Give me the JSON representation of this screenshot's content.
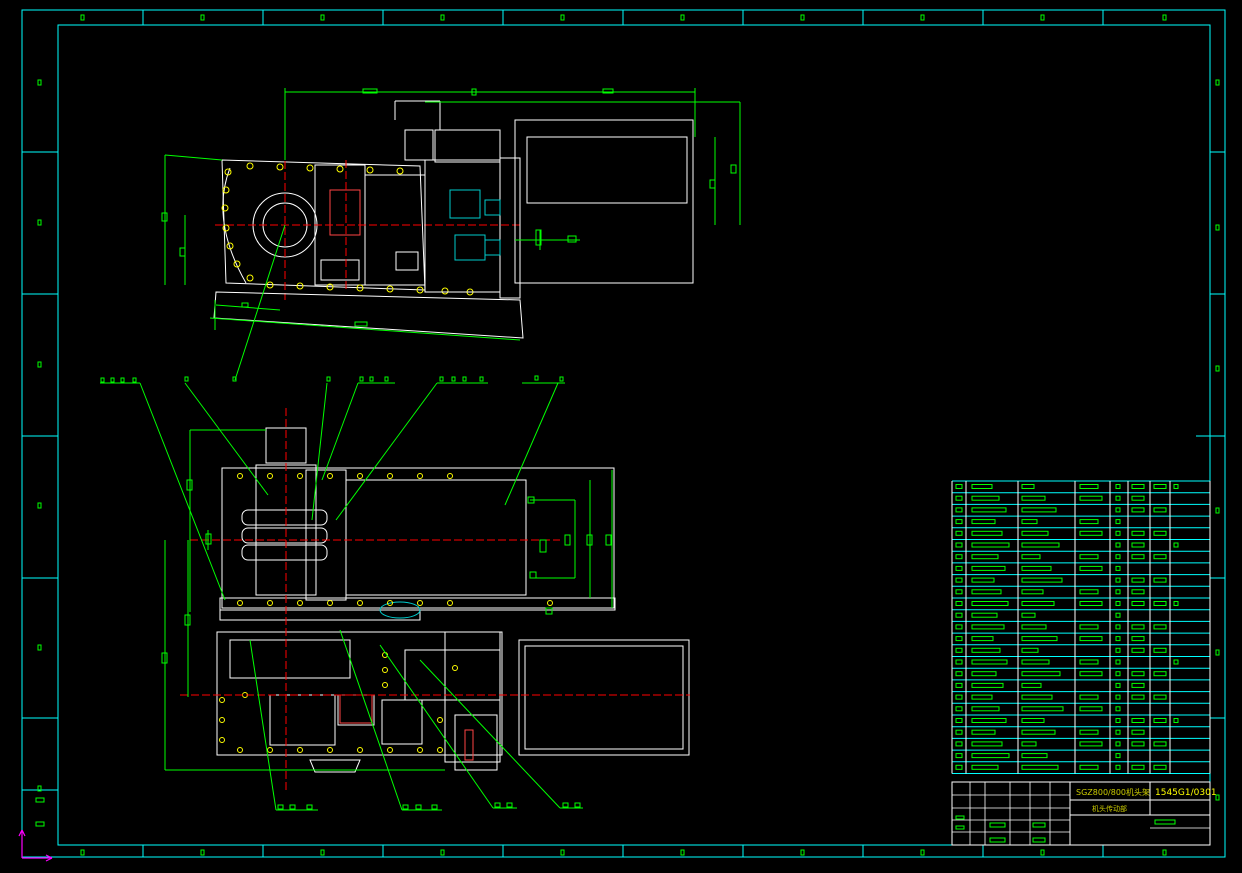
{
  "title_block": {
    "drawing_title": "SGZ800/800机头架",
    "drawing_number": "1545G1/0301",
    "subtitle": "机头传动部"
  },
  "colors": {
    "background": "#000000",
    "frame": "#00ffff",
    "geometry": "#ffffff",
    "dimension": "#00ff00",
    "center_line": "#ff0000",
    "accent": "#ffff00",
    "sub_part": "#00cccc",
    "ucs": "#ff00ff"
  },
  "icons": {
    "ucs": "ucs-axis-icon"
  }
}
